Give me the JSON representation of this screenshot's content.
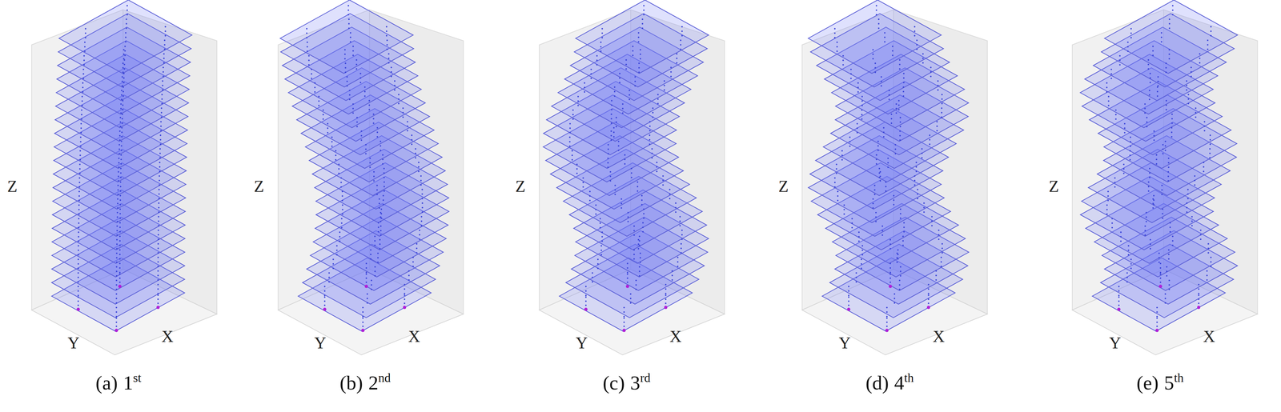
{
  "diagram": {
    "labels": [
      "Z",
      "Y",
      "X",
      "(a)",
      "1",
      "st",
      "Z",
      "Y",
      "X",
      "(b)",
      "2",
      "nd",
      "Z",
      "Y",
      "X",
      "(c)",
      "3",
      "rd",
      "Z",
      "Y",
      "X",
      "(d)",
      "4",
      "th",
      "Z",
      "Y",
      "X",
      "(e)",
      "5",
      "th"
    ]
  }
}
